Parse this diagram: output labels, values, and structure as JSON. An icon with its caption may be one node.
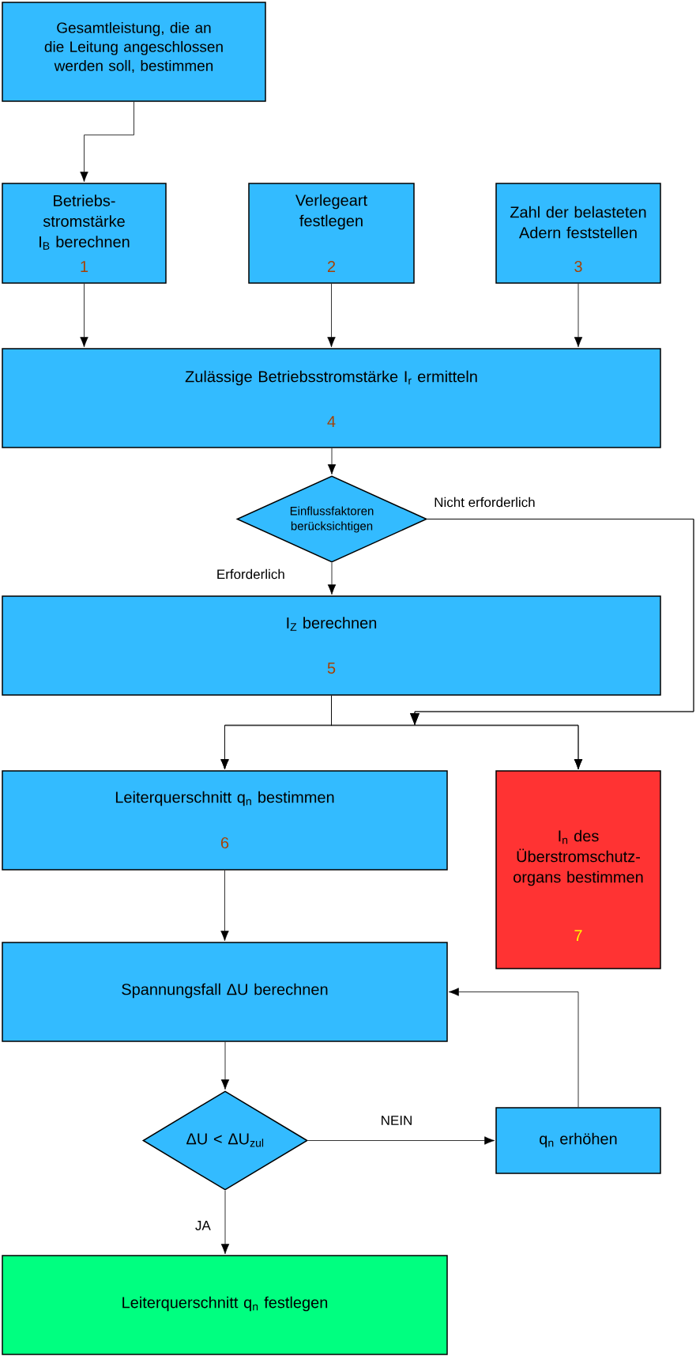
{
  "diagram": {
    "nodes": [
      {
        "text": [
          "Gesamtleistung, die an die Leitung angeschlossen werden soll, bestimmen"
        ]
      },
      {
        "text": [
          "Betriebs- stromstärke I$_{B}$ berechnen",
          "1"
        ]
      },
      {
        "text": [
          "Verlegeart festlegen",
          "2"
        ]
      },
      {
        "text": [
          "Zahl der belasteten Adern feststellen",
          "3"
        ]
      },
      {
        "text": [
          "Zulässige Betriebsstromstärke I$_{r}$ ermitteln",
          "4"
        ]
      },
      {
        "text": [
          "Einflussfaktoren berücksichtigen"
        ]
      },
      {
        "text": [
          "I$_{Z}$ berechnen",
          "5"
        ]
      },
      {
        "text": [
          "Leiterquerschnitt q$_{n}$ bestimmen",
          "6"
        ]
      },
      {
        "text": [
          "I$_{n}$ des Überstromschutz- organs bestimmen",
          "7"
        ]
      },
      {
        "text": [
          "Spannungsfall ΔU berechnen"
        ]
      },
      {
        "text": [
          "ΔU < ΔU$_{zul}$"
        ]
      },
      {
        "text": [
          "q$_{n}$ erhöhen"
        ]
      },
      {
        "text": [
          "Leiterquerschnitt q$_{n}$ festlegen"
        ]
      }
    ],
    "edges": [
      {
        "from": 0,
        "to": 1,
        "arrow": "to"
      },
      {
        "from": 1,
        "to": 4,
        "arrow": "to"
      },
      {
        "from": 2,
        "to": 4,
        "arrow": "to"
      },
      {
        "from": 3,
        "to": 4,
        "arrow": "to"
      },
      {
        "from": 4,
        "to": 5,
        "arrow": "to"
      },
      {
        "from": 5,
        "to": 6,
        "arrow": "to",
        "label": "Erforderlich"
      },
      {
        "from": 5,
        "to": 7,
        "arrow": "to",
        "label": "Nicht erforderlich"
      },
      {
        "from": 5,
        "to": 8,
        "arrow": "to"
      },
      {
        "from": 6,
        "to": 7,
        "arrow": "to"
      },
      {
        "from": 6,
        "to": 8,
        "arrow": "to"
      },
      {
        "from": 7,
        "to": 9,
        "arrow": "to"
      },
      {
        "from": 9,
        "to": 10,
        "arrow": "to"
      },
      {
        "from": 10,
        "to": 11,
        "arrow": "to",
        "label": "NEIN"
      },
      {
        "from": 11,
        "to": 9,
        "arrow": "to"
      },
      {
        "from": 10,
        "to": 12,
        "arrow": "to",
        "label": "JA"
      }
    ]
  }
}
